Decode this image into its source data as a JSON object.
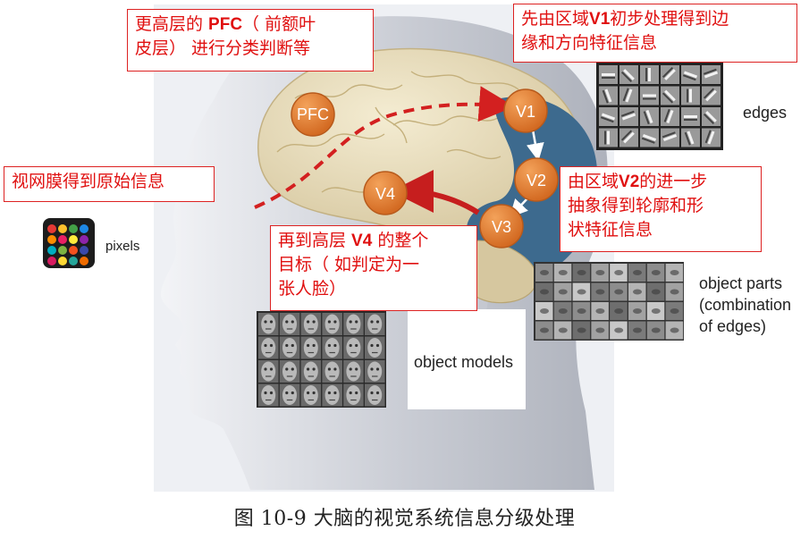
{
  "nodes": {
    "pfc": "PFC",
    "v1": "V1",
    "v2": "V2",
    "v3": "V3",
    "v4": "V4"
  },
  "callouts": {
    "pfc": {
      "line1_a": "更高层的 ",
      "line1_b": "PFC",
      "line1_c": "（ 前额叶",
      "line2": "皮层） 进行分类判断等"
    },
    "v1": {
      "line1_a": "先由区域",
      "line1_b": "V1",
      "line1_c": "初步处理得到边",
      "line2": "缘和方向特征信息"
    },
    "retina": {
      "text": "视网膜得到原始信息"
    },
    "v2": {
      "line1_a": "由区域",
      "line1_b": "V2",
      "line1_c": "的进一步",
      "line2": "抽象得到轮廓和形",
      "line3": "状特征信息"
    },
    "v4": {
      "line1_a": "再到高层 ",
      "line1_b": "V4",
      "line1_c": " 的整个",
      "line2": "目标（ 如判定为一",
      "line3": "张人脸）"
    }
  },
  "labels": {
    "edges": "edges",
    "pixels": "pixels",
    "object_parts_1": "object parts",
    "object_parts_2": "(combination",
    "object_parts_3": "of edges)",
    "object_models": "object models"
  },
  "caption": "图 10-9   大脑的视觉系统信息分级处理",
  "colors": {
    "callout_text": "#e01010",
    "node_fill": "#e07a2e",
    "arrow_red": "#d32020",
    "visual_cortex": "#3d6a8e"
  }
}
